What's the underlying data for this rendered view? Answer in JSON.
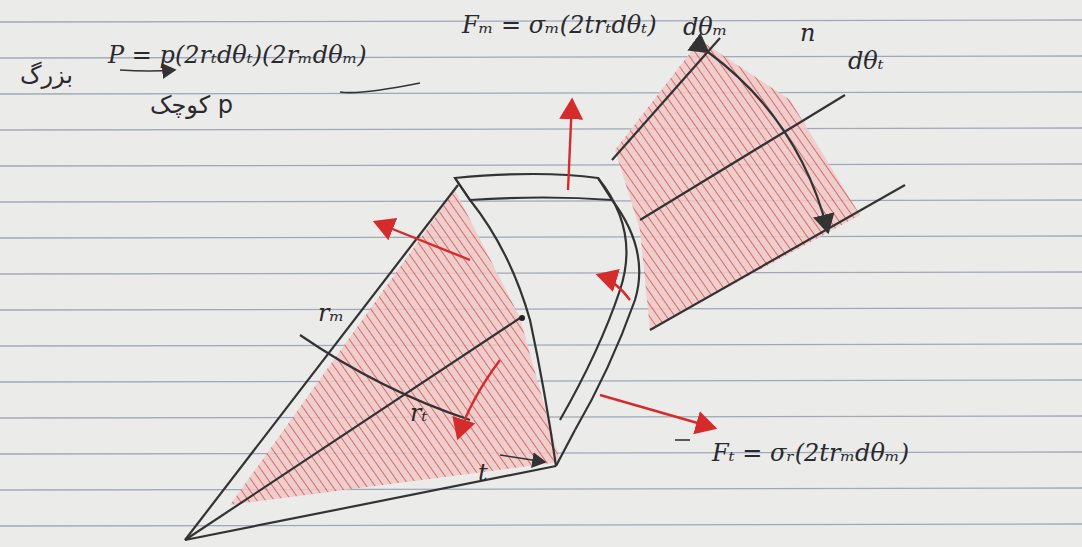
{
  "diagram": {
    "labels": [
      "Fₘ = σₘ(2trₜdθₜ)",
      "dθₘ",
      "n",
      "dθₜ",
      "P = p(2rₜdθₜ)(2rₘdθₘ)",
      "بزرگ",
      "p کوچک",
      "rₘ",
      "rₜ",
      "t",
      "Fₜ = σᵣ(2trₘdθₘ)"
    ]
  }
}
